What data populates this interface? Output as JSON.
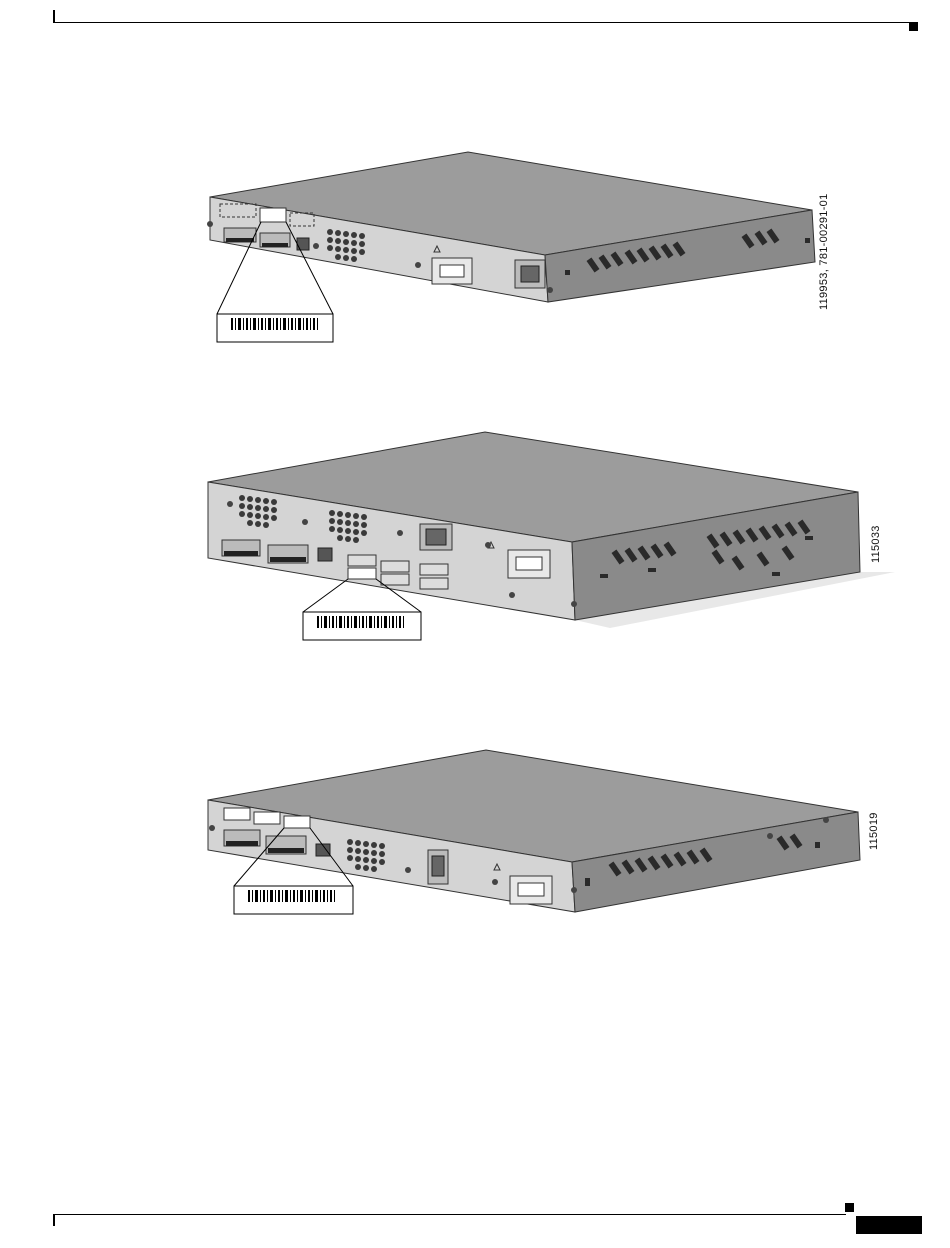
{
  "page": {
    "figures": [
      {
        "id_label": "119953, 781-00291-01"
      },
      {
        "id_label": "115033"
      },
      {
        "id_label": "115019"
      }
    ]
  }
}
